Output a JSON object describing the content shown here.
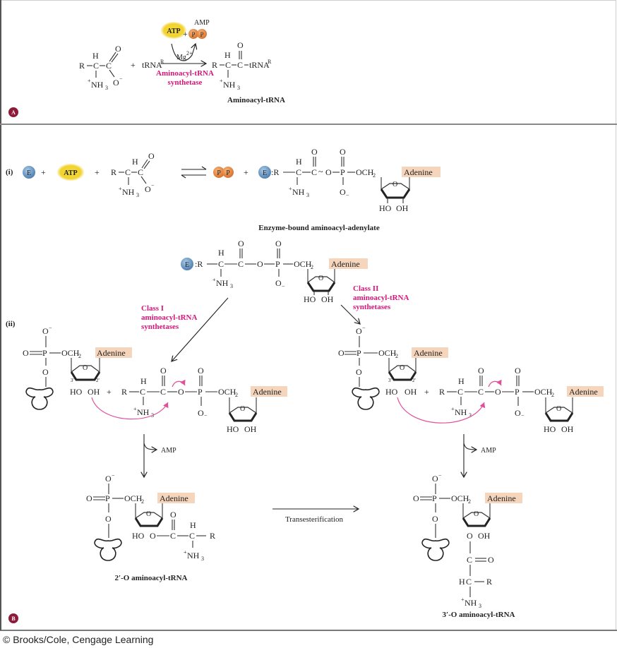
{
  "panel_a": {
    "badge": "A",
    "reactant": {
      "r": "R",
      "h": "H",
      "c1": "C",
      "c2": "C",
      "o_double": "O",
      "o_minus": "O",
      "minus": "−",
      "nh3": "NH",
      "nh3_sub": "3",
      "plus_sup": "+"
    },
    "plus": "+",
    "trna": "tRNA",
    "trna_sup": "R",
    "atp": "ATP",
    "amp": "AMP",
    "pp_plus": "+",
    "p": "P",
    "mg": "Mg",
    "mg_sup": "2+",
    "enzyme_label_1": "Aminoacyl-tRNA",
    "enzyme_label_2": "synthetase",
    "product": {
      "r": "R",
      "h": "H",
      "c1": "C",
      "c2": "C",
      "o": "O",
      "trna": "tRNA",
      "trna_sup": "R",
      "nh3": "NH",
      "nh3_sub": "3",
      "plus_sup": "+"
    },
    "product_label": "Aminoacyl-tRNA"
  },
  "panel_b": {
    "badge": "B",
    "step_i": {
      "label": "(i)",
      "enzyme": "E",
      "plus": "+",
      "atp": "ATP",
      "p": "P",
      "adenine": "Adenine",
      "product_label": "Enzyme-bound aminoacyl-adenylate",
      "atoms": {
        "r": "R",
        "h": "H",
        "c": "C",
        "o": "O",
        "p": "P",
        "och2": "OCH",
        "och2_sub": "2",
        "o_minus": "O",
        "minus": "−",
        "nh3": "NH",
        "nh3_sub": "3",
        "plus_sup": "+",
        "ho": "HO",
        "oh": "OH",
        "tilde": "~",
        "colon_r": ":R"
      }
    },
    "step_ii": {
      "label": "(ii)",
      "enzyme": "E",
      "class1_lines": [
        "Class I",
        "aminoacyl-tRNA",
        "synthetases"
      ],
      "class2_lines": [
        "Class II",
        "aminoacyl-tRNA",
        "synthetases"
      ],
      "amp_left": "AMP",
      "amp_right": "AMP",
      "adenine": "Adenine",
      "prime3": "3'",
      "prime2": "2'",
      "transesterification": "Transesterification",
      "product_2o": "2′-O aminoacyl-tRNA",
      "product_3o": "3′-O aminoacyl-tRNA"
    }
  },
  "colors": {
    "magenta": "#d6157a",
    "enzyme_blue": "#5b8fc0",
    "atp_yellow": "#f2d22e",
    "pp_orange": "#e8843a",
    "adenine_bg": "#f5d5bb",
    "badge_red": "#8e1a3a"
  },
  "copyright": "© Brooks/Cole, Cengage Learning"
}
